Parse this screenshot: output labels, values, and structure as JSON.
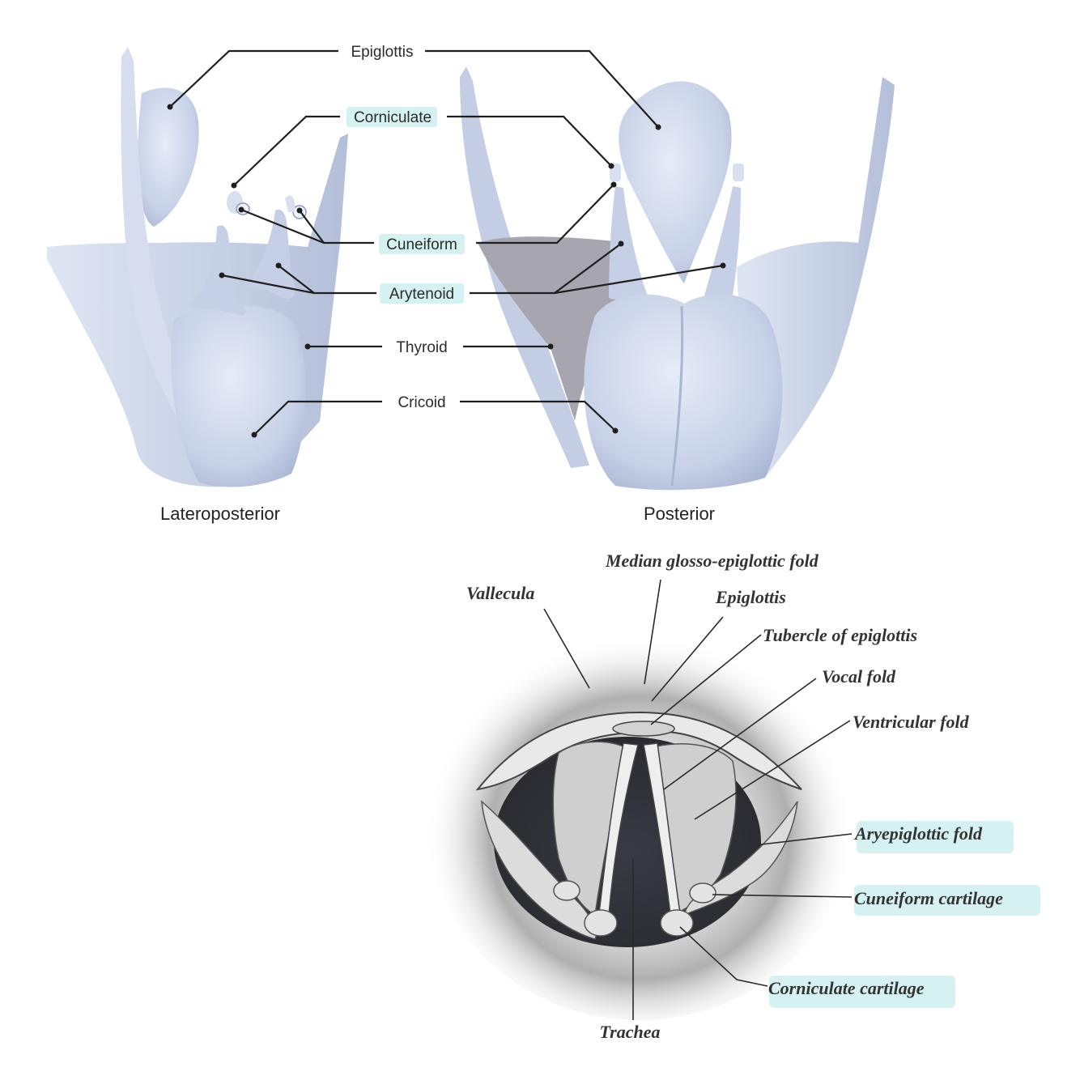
{
  "figure": {
    "highlight_color": "#d6f1f1",
    "cartilage_color": "#c9d3e8",
    "labels": {
      "epiglottis": "Epiglottis",
      "corniculate": "Corniculate",
      "cuneiform": "Cuneiform",
      "arytenoid": "Arytenoid",
      "thyroid": "Thyroid",
      "cricoid": "Cricoid"
    },
    "views": {
      "left": "Lateroposterior",
      "right": "Posterior"
    },
    "laryngoscopic": {
      "median_fold": "Median glosso-epiglottic fold",
      "vallecula": "Vallecula",
      "epiglottis": "Epiglottis",
      "tubercle": "Tubercle of epiglottis",
      "vocal_fold": "Vocal fold",
      "ventricular_fold": "Ventricular fold",
      "aryepiglottic_fold": "Aryepiglottic fold",
      "cuneiform_cartilage": "Cuneiform cartilage",
      "corniculate_cartilage": "Corniculate cartilage",
      "trachea": "Trachea"
    }
  }
}
